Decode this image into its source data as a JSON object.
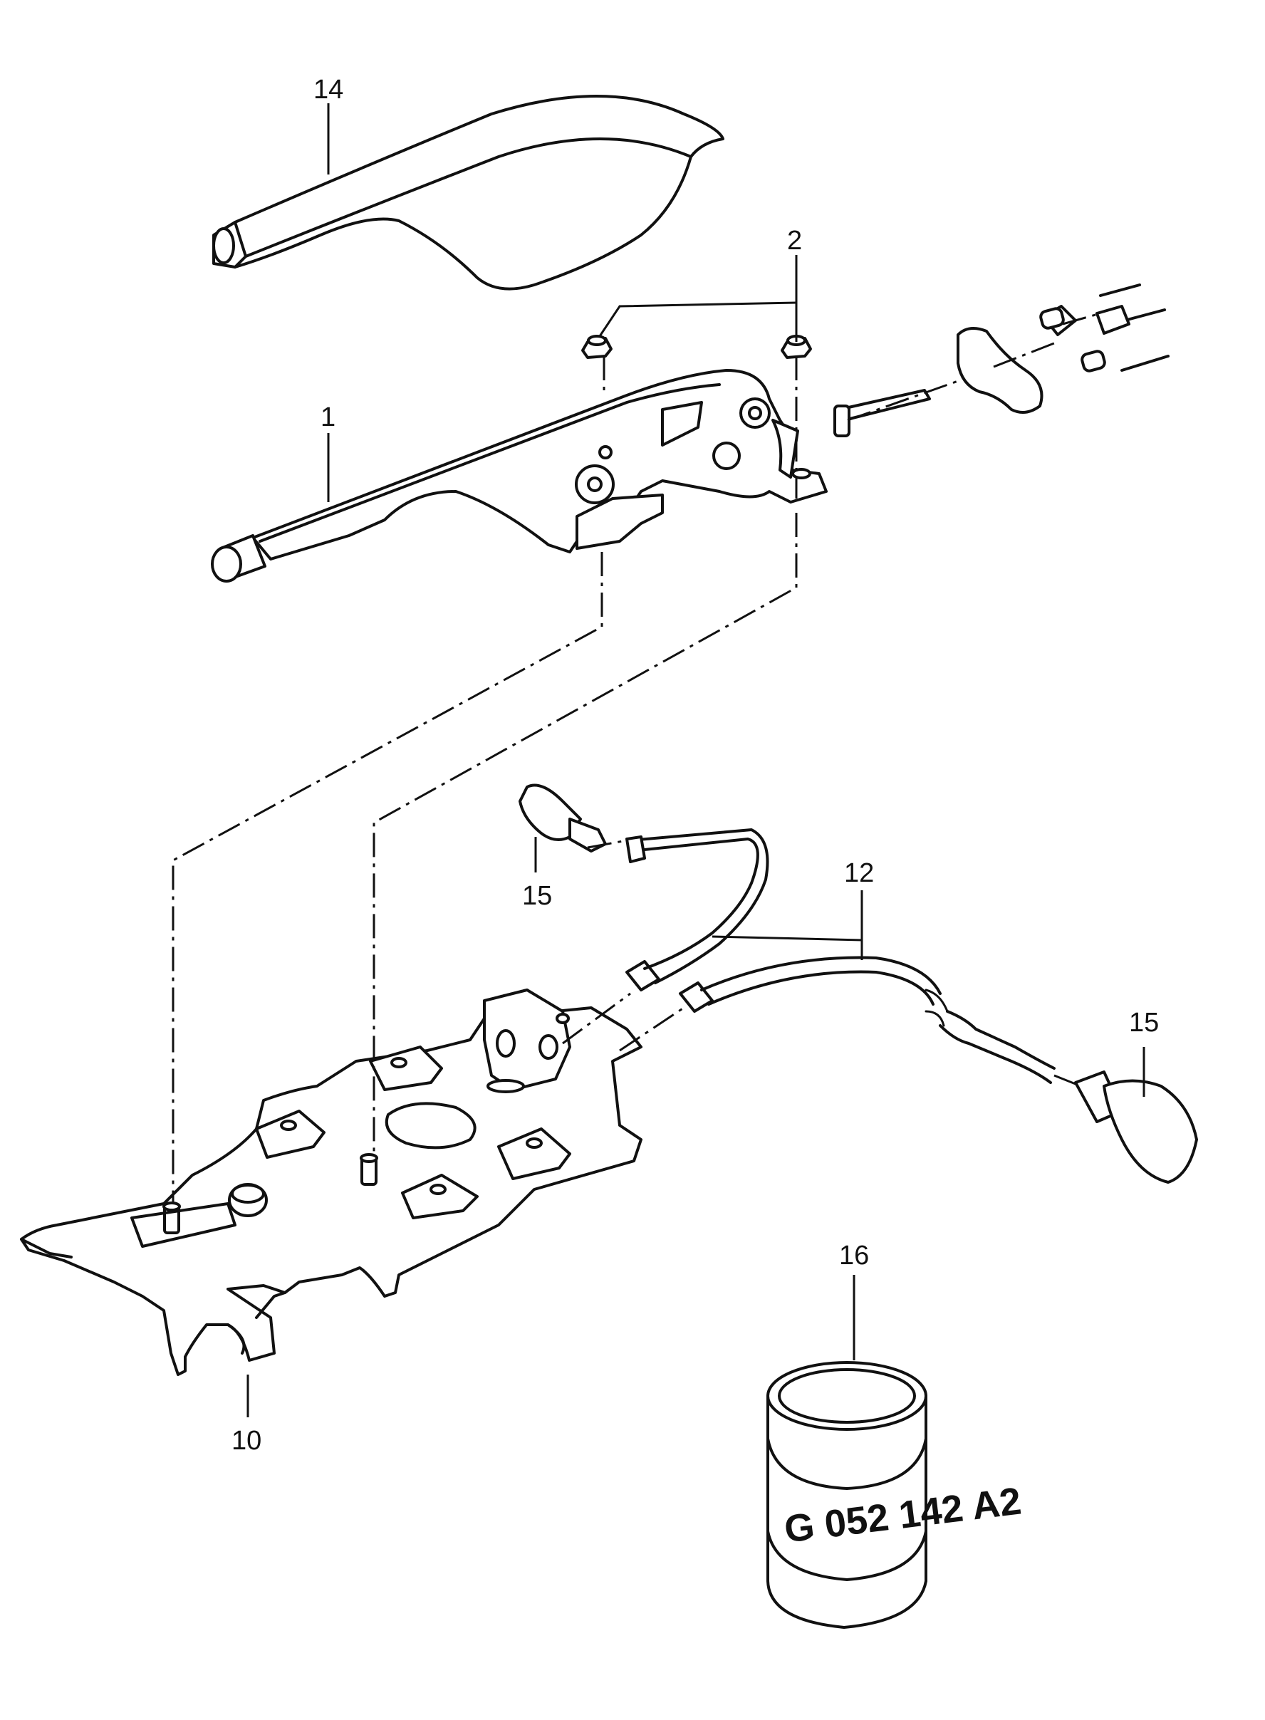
{
  "callouts": {
    "c1": "1",
    "c2": "2",
    "c10": "10",
    "c12": "12",
    "c14": "14",
    "c15a": "15",
    "c15b": "15",
    "c16": "16"
  },
  "can_label": "G 052 142 A2"
}
